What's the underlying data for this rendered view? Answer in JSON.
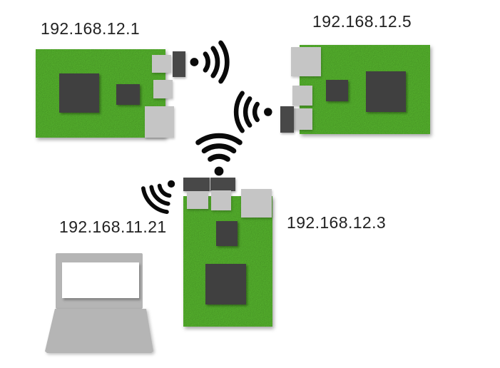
{
  "nodes": [
    {
      "id": "board-1",
      "type": "circuit-board",
      "ip": "192.168.12.1",
      "position": "top-left"
    },
    {
      "id": "board-2",
      "type": "circuit-board",
      "ip": "192.168.12.5",
      "position": "top-right"
    },
    {
      "id": "board-3",
      "type": "circuit-board",
      "ip": "192.168.12.3",
      "position": "bottom-center"
    },
    {
      "id": "laptop-1",
      "type": "laptop",
      "ip": "192.168.11.21",
      "position": "bottom-left"
    }
  ],
  "wifi_signals": [
    {
      "id": "wifi-board-1",
      "attached_to": "board-1",
      "direction": "right"
    },
    {
      "id": "wifi-board-2",
      "attached_to": "board-2",
      "direction": "left"
    },
    {
      "id": "wifi-board-3-up",
      "attached_to": "board-3",
      "direction": "up"
    },
    {
      "id": "wifi-board-3-to-laptop",
      "attached_to": "board-3",
      "direction": "down-left"
    }
  ],
  "colors": {
    "background": "#ffffff",
    "board_green": "#55b22d",
    "chip_dark": "#404040",
    "port_gray": "#c5c5c5",
    "dongle_dark": "#484848",
    "laptop_gray": "#b5b5b5",
    "screen_white": "#ffffff",
    "wifi_black": "#0a0a0a",
    "label_text": "#222222"
  }
}
